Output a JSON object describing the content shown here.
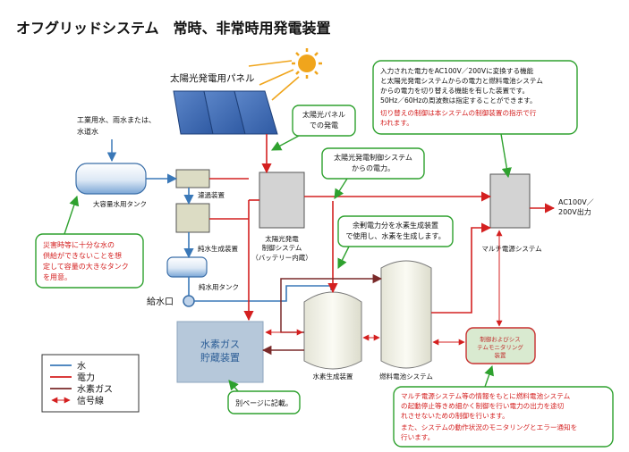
{
  "title": "オフグリッドシステム　常時、非常時用発電装置",
  "solar_panel_label": "太陽光発電用パネル",
  "water_source_lines": [
    "工業用水、雨水または、",
    "水道水"
  ],
  "tank_large_label": "大容量水用タンク",
  "filter_label": "濾過装置",
  "purifier_label": "純水生成装置",
  "pure_tank_label": "純水用タンク",
  "water_outlet_label": "給水口",
  "hydrogen_storage_lines": [
    "水素ガス",
    "貯蔵装置"
  ],
  "solar_control_lines": [
    "太陽光発電",
    "制御システム",
    "（バッテリー内蔵）"
  ],
  "electrolyzer_label": "水素生成装置",
  "fuel_cell_label": "燃料電池システム",
  "multi_power_label": "マルチ電源システム",
  "ac_output_lines": [
    "AC100V／",
    "200V出力"
  ],
  "monitor_lines": [
    "制御およびシス",
    "テムモニタリング",
    "装置"
  ],
  "callouts": {
    "solar_panel": [
      "太陽光パネル",
      "での発電"
    ],
    "solar_control": [
      "太陽光発電制御システム",
      "からの電力。"
    ],
    "surplus": [
      "余剰電力分を水素生成装置",
      "で使用し、水素を生成します。"
    ],
    "disaster": [
      "災害時等に十分な水の",
      "供給ができないことを想",
      "定して容量の大きなタンク",
      "を用意。"
    ],
    "other_page": [
      "別ページに記載。"
    ],
    "multi_power_black": [
      "入力された電力をAC100V／200Vに変換する機能",
      "と太陽光発電システムからの電力と燃料電池システム",
      "からの電力を切り替える機能を有した装置です。",
      "50Hz／60Hzの周波数は指定することができます。"
    ],
    "multi_power_red": [
      "切り替えの制御は本システムの制御装置の指示で行",
      "われます。"
    ],
    "monitor_info": [
      "マルチ電源システム等の情報をもとに燃料電池システム",
      "の起動停止等きめ細かく制御を行い電力の出力を途切",
      "れさせないための制御を行います。",
      "また、システムの動作状況のモニタリングとエラー通知を",
      "行います。"
    ]
  },
  "legend": [
    {
      "label": "水",
      "color": "#3a78b8"
    },
    {
      "label": "電力",
      "color": "#d42020"
    },
    {
      "label": "水素ガス",
      "color": "#7a2a2a"
    },
    {
      "label": "信号線",
      "color": "#d42020"
    }
  ],
  "colors": {
    "water": "#3a78b8",
    "power": "#d42020",
    "hydrogen": "#7a2a2a",
    "callout_border": "#2ea12e",
    "device_fill": "#d3d3d3"
  }
}
